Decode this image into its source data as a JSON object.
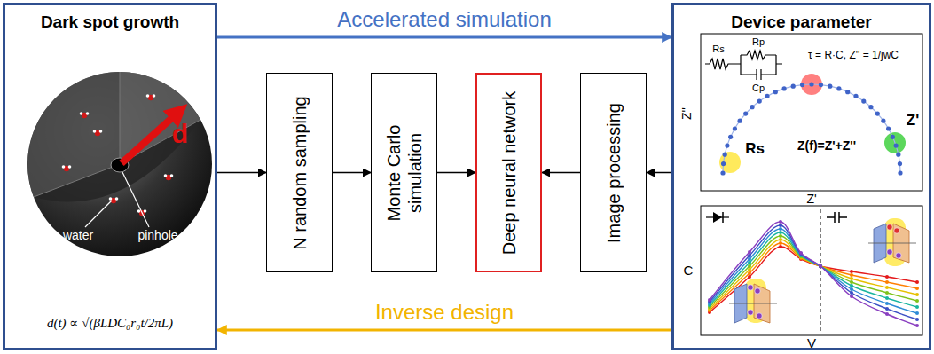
{
  "diagram": {
    "nodes": [
      {
        "text": [
          "Dark spot growth"
        ]
      },
      {
        "text": [
          "N random sampling"
        ]
      },
      {
        "text": [
          "Monte Carlo simulation"
        ]
      },
      {
        "text": [
          "Deep neural network"
        ]
      },
      {
        "text": [
          "Image processing"
        ]
      },
      {
        "text": [
          "Device parameter"
        ]
      }
    ],
    "edges": [
      {
        "from": 0,
        "to": 1,
        "arrow": "to"
      },
      {
        "from": 1,
        "to": 2,
        "arrow": "to"
      },
      {
        "from": 2,
        "to": 3,
        "arrow": "to"
      },
      {
        "from": 4,
        "to": 3,
        "arrow": "to"
      },
      {
        "from": 5,
        "to": 4,
        "arrow": "to"
      },
      {
        "from": 0,
        "to": 5,
        "label": "Accelerated simulation",
        "arrow": "to"
      },
      {
        "from": 5,
        "to": 0,
        "label": "Inverse design",
        "arrow": "to"
      }
    ],
    "labels": [
      "water",
      "pinhole",
      "d",
      "d(t) ∝ √(βLDC₀r₀t/2πL)",
      "Rs",
      "Rp",
      "Cp",
      "τ = R·C, Z'' = 1/jwC",
      "Rs",
      "Z(f)=Z'+Z''",
      "Z'",
      "Z''",
      "Z'",
      "C",
      "V"
    ]
  }
}
